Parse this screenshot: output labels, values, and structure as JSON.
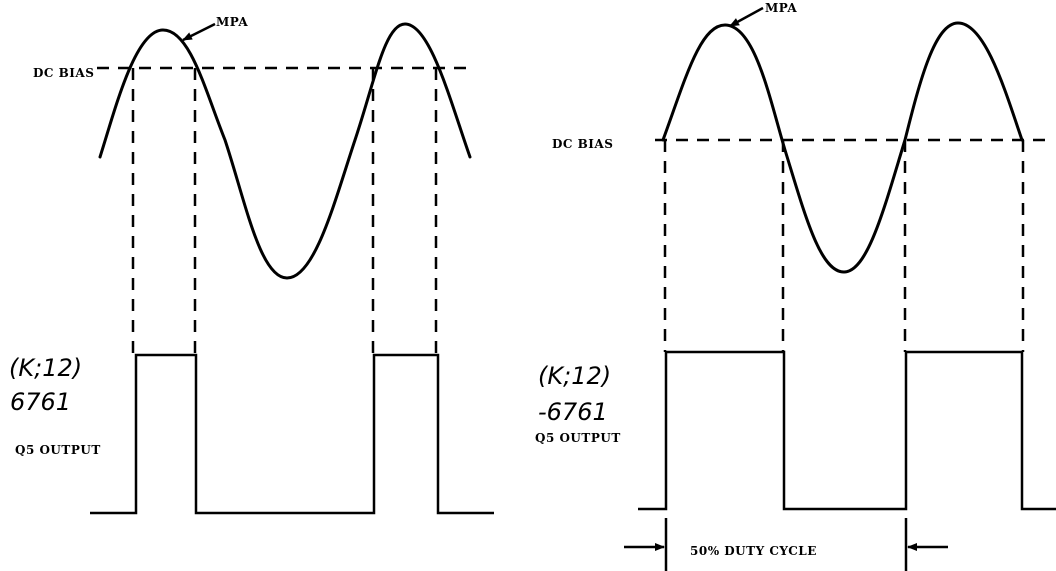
{
  "left": {
    "bias_label": "DC BIAS",
    "mpa_label": "MPA",
    "handwritten_line1": "(K;12)",
    "handwritten_line2": "6761",
    "output_label": "Q5 OUTPUT"
  },
  "right": {
    "bias_label": "DC BIAS",
    "mpa_label": "MPA",
    "handwritten_line1": "(K;12)",
    "handwritten_line2": "-6761",
    "output_label": "Q5 OUTPUT",
    "duty_label": "50% DUTY CYCLE"
  }
}
